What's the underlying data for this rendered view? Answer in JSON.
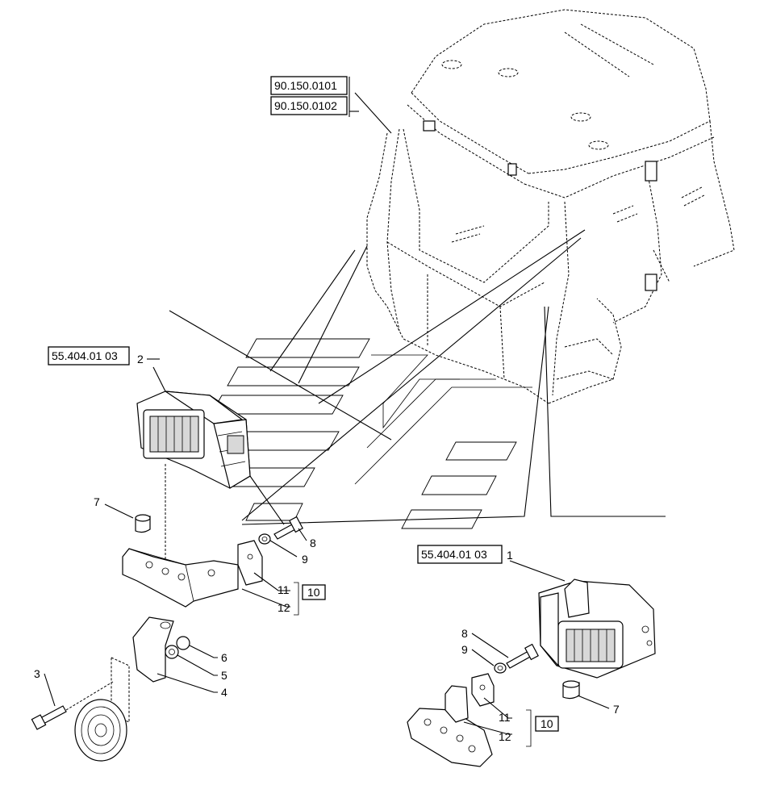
{
  "references": {
    "cab_ref_1": "90.150.0101",
    "cab_ref_2": "90.150.0102",
    "left_lamp_ref": "55.404.01 03",
    "right_lamp_ref": "55.404.01 03"
  },
  "callouts": {
    "left": {
      "lamp": "2",
      "cap": "7",
      "bolt": "8",
      "washer": "9",
      "kit_a": "11",
      "kit_b": "12",
      "kit": "10",
      "nut": "6",
      "washer_b": "5",
      "bracket": "4",
      "screw": "3"
    },
    "right": {
      "lamp": "1",
      "bolt": "8",
      "washer": "9",
      "cap": "7",
      "kit_a": "11",
      "kit_b": "12",
      "kit": "10"
    }
  },
  "colors": {
    "line": "#000000",
    "background": "#ffffff"
  }
}
